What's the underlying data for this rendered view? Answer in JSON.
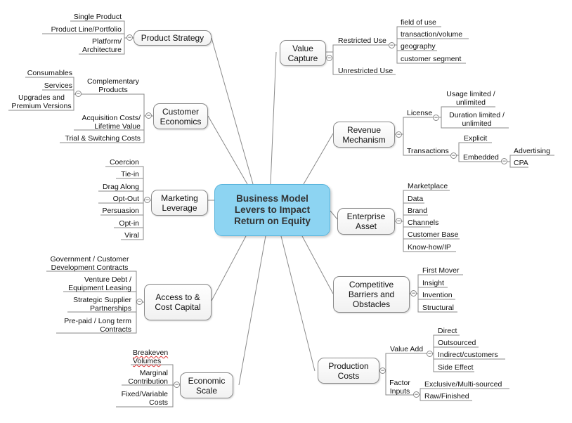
{
  "center": "Business Model Levers to Impact Return on Equity",
  "branches": {
    "product_strategy": {
      "label": "Product Strategy",
      "children": [
        "Single Product",
        "Product Line/Portfolio",
        "Platform/ Architecture"
      ]
    },
    "customer_economics": {
      "label": "Customer Economics",
      "children": [
        "Complementary Products",
        "Acquisition Costs/ Lifetime Value",
        "Trial & Switching Costs"
      ],
      "complementary_children": [
        "Consumables",
        "Services",
        "Upgrades and Premium Versions"
      ]
    },
    "marketing_leverage": {
      "label": "Marketing Leverage",
      "children": [
        "Coercion",
        "Tie-in",
        "Drag Along",
        "Opt-Out",
        "Persuasion",
        "Opt-in",
        "Viral"
      ]
    },
    "access_to_cost_capital": {
      "label": "Access to & Cost Capital",
      "children": [
        "Government / Customer Development Contracts",
        "Venture Debt / Equipment Leasing",
        "Strategic Supplier Partnerships",
        "Pre-paid / Long term Contracts"
      ]
    },
    "economic_scale": {
      "label": "Economic Scale",
      "children": [
        "Breakeven Volumes",
        "Marginal Contribution",
        "Fixed/Variable Costs"
      ]
    },
    "value_capture": {
      "label": "Value Capture",
      "children": [
        "Restricted Use",
        "Unrestricted Use"
      ],
      "restricted_children": [
        "field of use",
        "transaction/volume",
        "geography",
        "customer segment"
      ]
    },
    "revenue_mechanism": {
      "label": "Revenue Mechanism",
      "children": [
        "License",
        "Transactions"
      ],
      "license_children": [
        "Usage limited / unlimited",
        "Duration limited / unlimited"
      ],
      "transactions_children": [
        "Explicit",
        "Embedded"
      ],
      "embedded_children": [
        "Advertising",
        "CPA"
      ]
    },
    "enterprise_asset": {
      "label": "Enterprise Asset",
      "children": [
        "Marketplace",
        "Data",
        "Brand",
        "Channels",
        "Customer Base",
        "Know-how/IP"
      ]
    },
    "competitive_barriers": {
      "label": "Competitive Barriers and Obstacles",
      "children": [
        "First Mover",
        "Insight",
        "Invention",
        "Structural"
      ]
    },
    "production_costs": {
      "label": "Production Costs",
      "children": [
        "Value Add",
        "Factor Inputs"
      ],
      "value_add_children": [
        "Direct",
        "Outsourced",
        "Indirect/customers",
        "Side Effect"
      ],
      "factor_inputs_children": [
        "Exclusive/Multi-sourced",
        "Raw/Finished"
      ]
    }
  }
}
